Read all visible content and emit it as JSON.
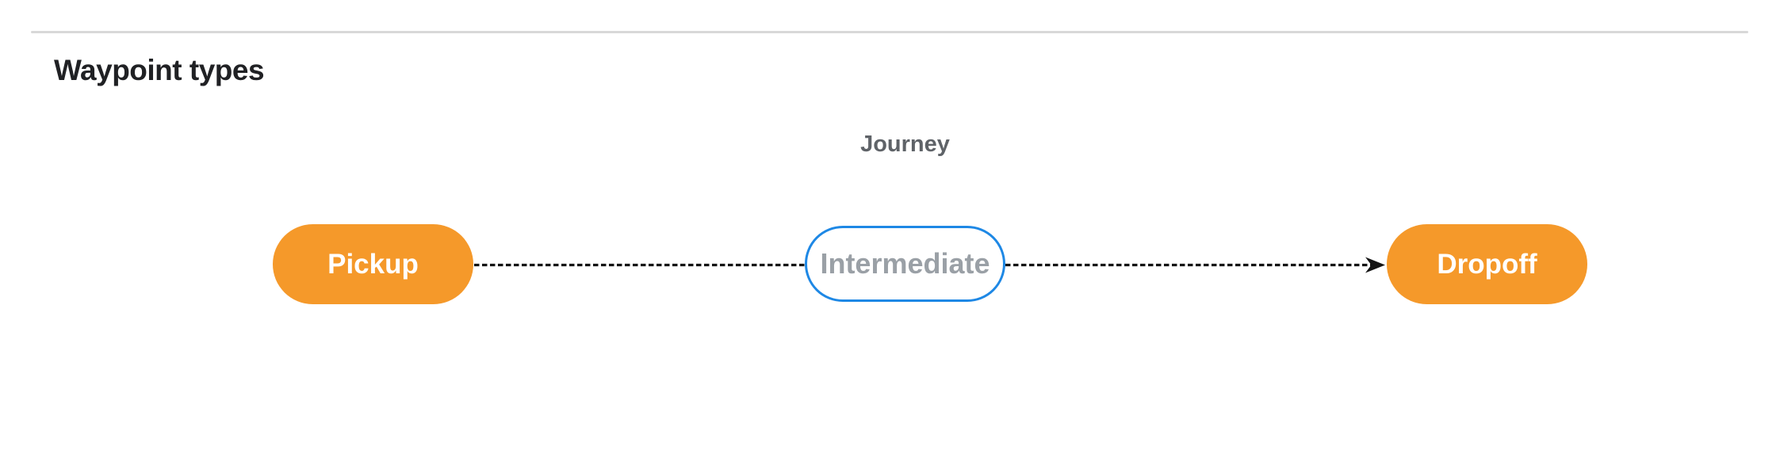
{
  "section": {
    "title": "Waypoint types"
  },
  "diagram": {
    "title": "Journey",
    "nodes": [
      {
        "id": "pickup",
        "label": "Pickup",
        "kind": "endpoint"
      },
      {
        "id": "intermediate",
        "label": "Intermediate",
        "kind": "intermediate"
      },
      {
        "id": "dropoff",
        "label": "Dropoff",
        "kind": "endpoint"
      }
    ],
    "edges": [
      {
        "from": "pickup",
        "to": "dropoff",
        "via": "intermediate",
        "style": "dashed",
        "arrow": "end"
      }
    ],
    "colors": {
      "endpoint_fill": "#f5992a",
      "endpoint_text": "#ffffff",
      "intermediate_border": "#1e88e5",
      "intermediate_text": "#9aa0a6",
      "label_text": "#5f6368",
      "title_text": "#202124",
      "divider": "#d8d8d8",
      "connector": "#141414"
    }
  }
}
